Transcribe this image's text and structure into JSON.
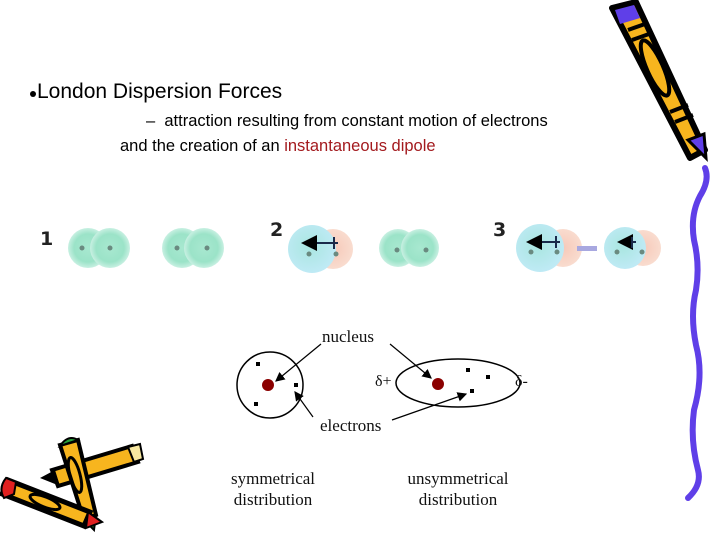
{
  "slide": {
    "bullet": {
      "title": "London Dispersion Forces",
      "dash": "–",
      "line1": "attraction resulting from constant motion of electrons",
      "line2_plain": "and the creation of an ",
      "line2_highlight": "instantaneous dipole"
    },
    "colors": {
      "highlight": "#a31a1e",
      "pencil_purple": "#5f3fe8",
      "pencil_yellow": "#f7b51e",
      "nucleus": "#8b0000"
    },
    "figure_top": {
      "step_labels": [
        "1",
        "2",
        "3"
      ]
    },
    "figure_bottom": {
      "nucleus_label": "nucleus",
      "electrons_label": "electrons",
      "delta_plus": "δ+",
      "delta_minus": "δ-",
      "left_caption": [
        "symmetrical",
        "distribution"
      ],
      "right_caption": [
        "unsymmetrical",
        "distribution"
      ]
    }
  }
}
